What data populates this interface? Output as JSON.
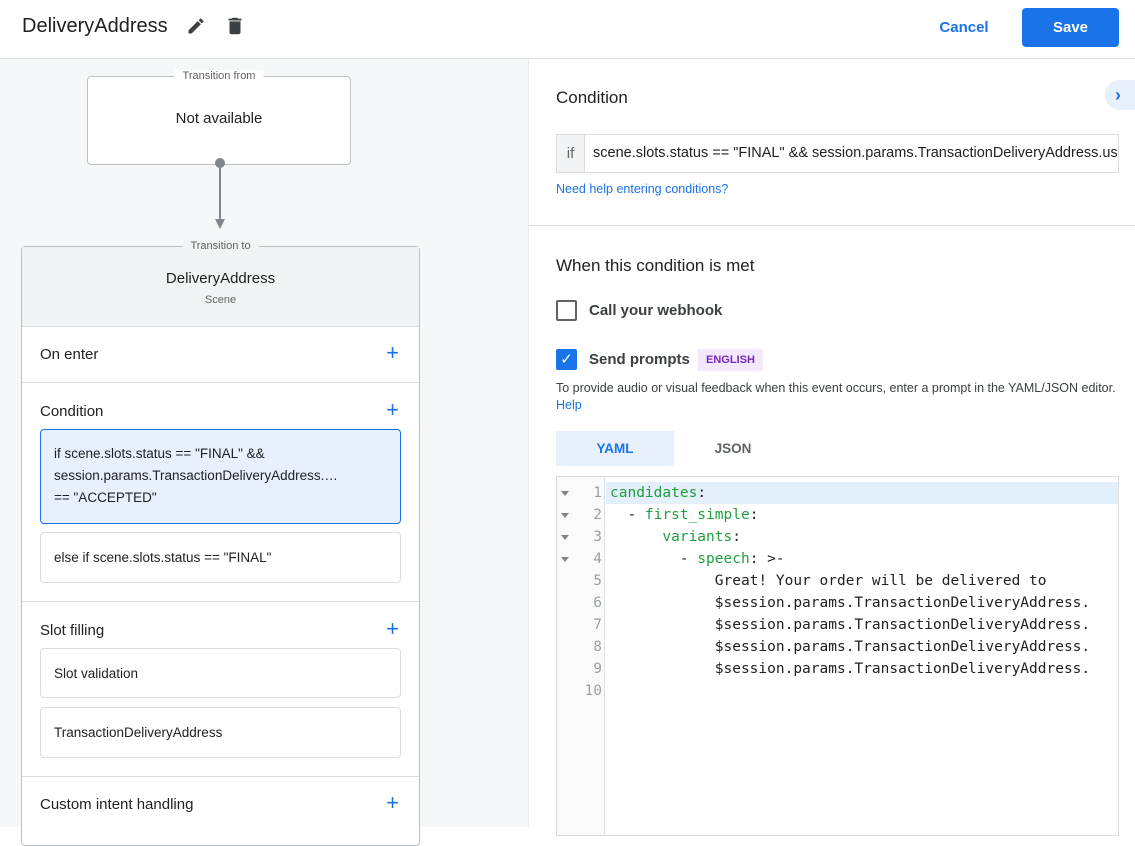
{
  "header": {
    "title": "DeliveryAddress",
    "cancel": "Cancel",
    "save": "Save"
  },
  "flow": {
    "from_legend": "Transition from",
    "from_value": "Not available",
    "to_legend": "Transition to",
    "scene_name": "DeliveryAddress",
    "scene_type": "Scene",
    "sections": {
      "on_enter": "On enter",
      "condition": "Condition",
      "conditions": [
        "if scene.slots.status == \"FINAL\" &&",
        "session.params.TransactionDeliveryAddress.…",
        "== \"ACCEPTED\""
      ],
      "else_condition": "else if scene.slots.status == \"FINAL\"",
      "slot_filling": "Slot filling",
      "slot_items": [
        "Slot validation",
        "TransactionDeliveryAddress"
      ],
      "custom_intent": "Custom intent handling"
    }
  },
  "panel": {
    "condition_title": "Condition",
    "if_label": "if",
    "condition_value": "scene.slots.status == \"FINAL\" && session.params.TransactionDeliveryAddress.userDecision == \"ACCEPTED\"",
    "help_link": "Need help entering conditions?",
    "met_title": "When this condition is met",
    "webhook_label": "Call your webhook",
    "webhook_checked": false,
    "prompts_label": "Send prompts",
    "prompts_checked": true,
    "language_badge": "ENGLISH",
    "description": "To provide audio or visual feedback when this event occurs, enter a prompt in the YAML/JSON editor.",
    "description_help": "Help",
    "tabs": [
      "YAML",
      "JSON"
    ],
    "active_tab": "YAML"
  },
  "editor": {
    "line_numbers": [
      "1",
      "2",
      "3",
      "4",
      "5",
      "6",
      "7",
      "8",
      "9",
      "10"
    ],
    "lines": [
      {
        "indent": "",
        "key": "candidates",
        "rest": ":"
      },
      {
        "indent": "  - ",
        "key": "first_simple",
        "rest": ":"
      },
      {
        "indent": "      ",
        "key": "variants",
        "rest": ":"
      },
      {
        "indent": "        - ",
        "key": "speech",
        "rest": ": >-"
      },
      {
        "indent": "",
        "key": "",
        "rest": "            Great! Your order will be delivered to"
      },
      {
        "indent": "",
        "key": "",
        "rest": "            $session.params.TransactionDeliveryAddress."
      },
      {
        "indent": "",
        "key": "",
        "rest": "            $session.params.TransactionDeliveryAddress."
      },
      {
        "indent": "",
        "key": "",
        "rest": "            $session.params.TransactionDeliveryAddress."
      },
      {
        "indent": "",
        "key": "",
        "rest": "            $session.params.TransactionDeliveryAddress."
      },
      {
        "indent": "",
        "key": "",
        "rest": ""
      }
    ]
  },
  "colors": {
    "accent": "#1a73e8",
    "badge_bg": "#f3e8fd",
    "badge_text": "#7627bb",
    "yaml_key": "#1e9e3e"
  }
}
